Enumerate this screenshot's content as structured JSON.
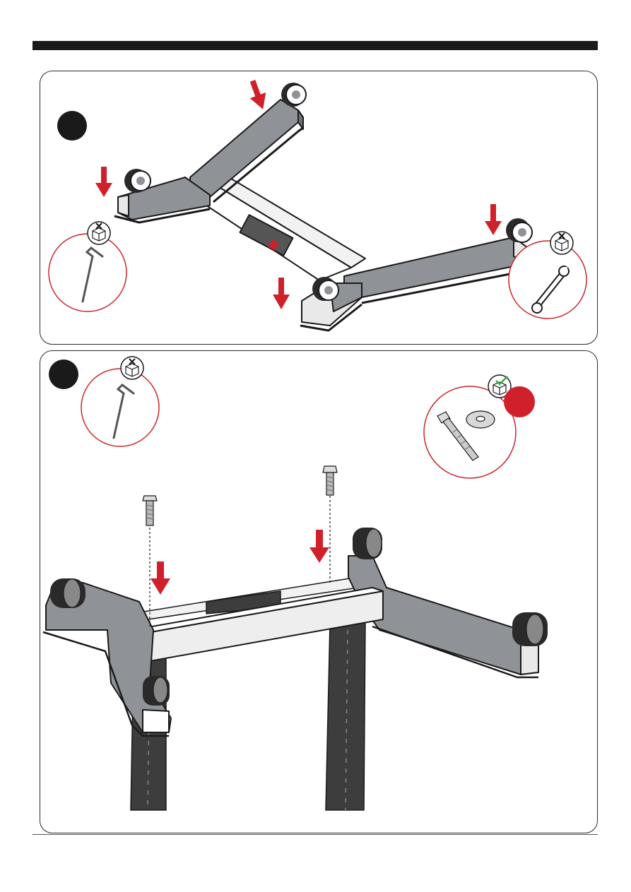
{
  "document": {
    "steps": [
      {
        "id": "step-1",
        "tools": [
          "hex-key-icon",
          "wrench-icon"
        ],
        "parts_box_marks": [
          "not-included",
          "not-included"
        ]
      },
      {
        "id": "step-2",
        "tools": [
          "hex-key-icon"
        ],
        "parts": [
          "bolt-icon",
          "washer-icon"
        ],
        "parts_box_marks": [
          "not-included",
          "included"
        ]
      }
    ]
  },
  "colors": {
    "frame_gray": "#8f9397",
    "frame_light": "#e9e9e9",
    "leg_dark": "#3d3d3d",
    "accent_red": "#d0202a",
    "outline": "#1a1a1a"
  }
}
